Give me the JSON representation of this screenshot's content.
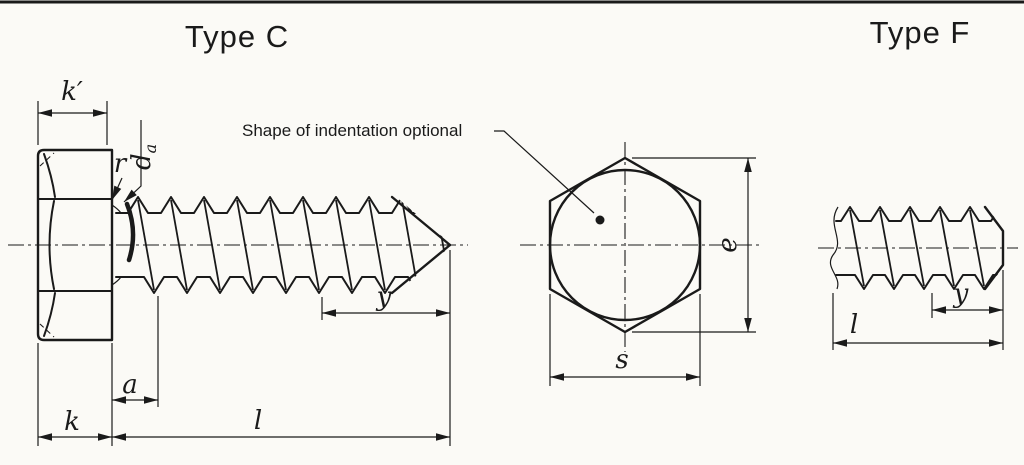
{
  "colors": {
    "ink": "#1a1a1a",
    "paper": "#fbfaf6"
  },
  "titles": {
    "type_c": "Type C",
    "type_f": "Type F"
  },
  "note": {
    "indentation": "Shape of indentation optional"
  },
  "labels": {
    "k_prime": "k′",
    "da_base": "d",
    "da_sub": "a",
    "r": "r",
    "y_c": "y",
    "a": "a",
    "k": "k",
    "l_c": "l",
    "e": "e",
    "s": "s",
    "y_f": "y",
    "l_f": "l"
  }
}
